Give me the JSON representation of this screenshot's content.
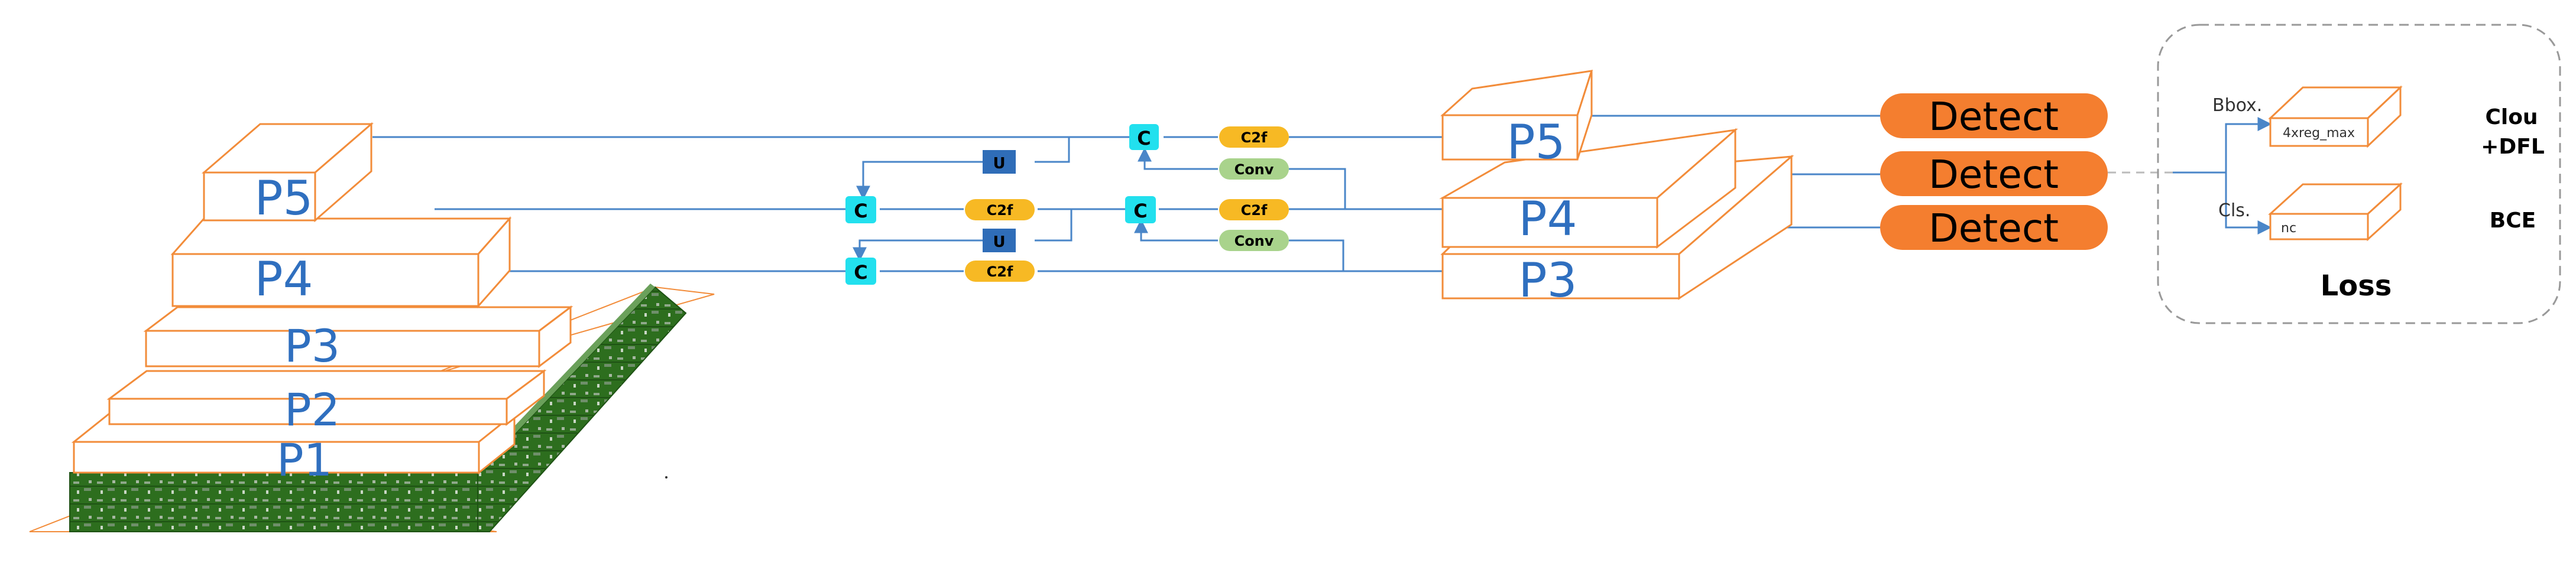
{
  "backbone": {
    "p5": "P5",
    "p4": "P4",
    "p3": "P3",
    "p2": "P2",
    "p1": "P1"
  },
  "neck": {
    "concat": "C",
    "upsample": "U",
    "c2f": "C2f",
    "conv": "Conv"
  },
  "outputs": {
    "p5": "P5",
    "p4": "P4",
    "p3": "P3"
  },
  "detect": {
    "label": "Detect"
  },
  "loss": {
    "bbox_label": "Bbox.",
    "cls_label": "Cls.",
    "bbox_box": "4xreg_max",
    "cls_box": "nc",
    "bbox_loss_line1": "Clou",
    "bbox_loss_line2": "+DFL",
    "cls_loss": "BCE",
    "title": "Loss"
  },
  "colors": {
    "box_stroke": "#f28c3a",
    "line": "#4a86c8",
    "concat": "#22e0ee",
    "upsample": "#2f6db8",
    "c2f": "#f7b924",
    "conv": "#a9d38c",
    "detect": "#f47e2f",
    "pcb": "#2d6e1e"
  }
}
